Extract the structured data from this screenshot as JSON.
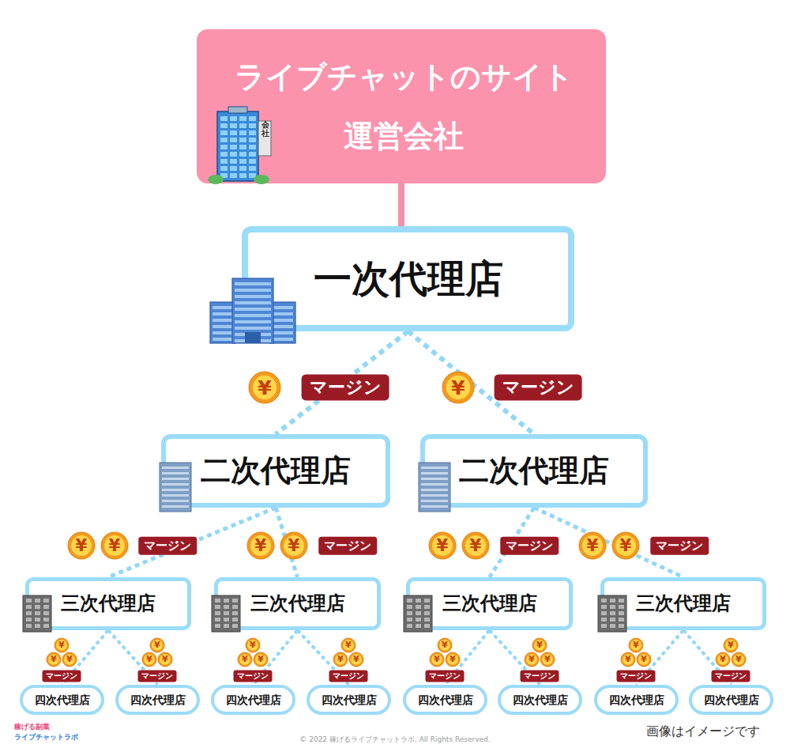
{
  "diagram": {
    "nodes": [
      {
        "text": [
          "ライブチャットのサイト 運営会社"
        ]
      },
      {
        "text": [
          "一次代理店"
        ]
      },
      {
        "text": [
          "二次代理店"
        ]
      },
      {
        "text": [
          "二次代理店"
        ]
      },
      {
        "text": [
          "三次代理店"
        ]
      },
      {
        "text": [
          "三次代理店"
        ]
      },
      {
        "text": [
          "三次代理店"
        ]
      },
      {
        "text": [
          "三次代理店"
        ]
      },
      {
        "text": [
          "四次代理店"
        ]
      },
      {
        "text": [
          "四次代理店"
        ]
      },
      {
        "text": [
          "四次代理店"
        ]
      },
      {
        "text": [
          "四次代理店"
        ]
      },
      {
        "text": [
          "四次代理店"
        ]
      },
      {
        "text": [
          "四次代理店"
        ]
      },
      {
        "text": [
          "四次代理店"
        ]
      },
      {
        "text": [
          "四次代理店"
        ]
      }
    ],
    "edges": [
      {
        "from": 0,
        "to": 1,
        "arrow": "none"
      },
      {
        "from": 1,
        "to": 2,
        "label": "マージン",
        "arrow": "none"
      },
      {
        "from": 1,
        "to": 3,
        "label": "マージン",
        "arrow": "none"
      },
      {
        "from": 2,
        "to": 4,
        "label": "マージン",
        "arrow": "none"
      },
      {
        "from": 2,
        "to": 5,
        "label": "マージン",
        "arrow": "none"
      },
      {
        "from": 3,
        "to": 6,
        "label": "マージン",
        "arrow": "none"
      },
      {
        "from": 3,
        "to": 7,
        "label": "マージン",
        "arrow": "none"
      },
      {
        "from": 4,
        "to": 8,
        "label": "マージン",
        "arrow": "none"
      },
      {
        "from": 4,
        "to": 9,
        "label": "マージン",
        "arrow": "none"
      },
      {
        "from": 5,
        "to": 10,
        "label": "マージン",
        "arrow": "none"
      },
      {
        "from": 5,
        "to": 11,
        "label": "マージン",
        "arrow": "none"
      },
      {
        "from": 6,
        "to": 12,
        "label": "マージン",
        "arrow": "none"
      },
      {
        "from": 6,
        "to": 13,
        "label": "マージン",
        "arrow": "none"
      },
      {
        "from": 7,
        "to": 14,
        "label": "マージン",
        "arrow": "none"
      },
      {
        "from": 7,
        "to": 15,
        "label": "マージン",
        "arrow": "none"
      }
    ],
    "labels": [
      "会社",
      "¥",
      "¥",
      "¥",
      "¥",
      "¥",
      "¥",
      "¥",
      "¥",
      "¥",
      "¥",
      "¥",
      "¥",
      "¥",
      "¥",
      "¥",
      "¥",
      "¥",
      "¥",
      "¥",
      "¥",
      "¥",
      "¥",
      "¥",
      "¥",
      "¥",
      "¥",
      "¥",
      "¥",
      "¥",
      "¥",
      "¥",
      "¥",
      "¥",
      "¥",
      "稼げる副業",
      "ライブチャットラボ",
      "© 2022 稼げるライブチャットラボ. All Rights Reserved.",
      "画像はイメージです"
    ]
  }
}
